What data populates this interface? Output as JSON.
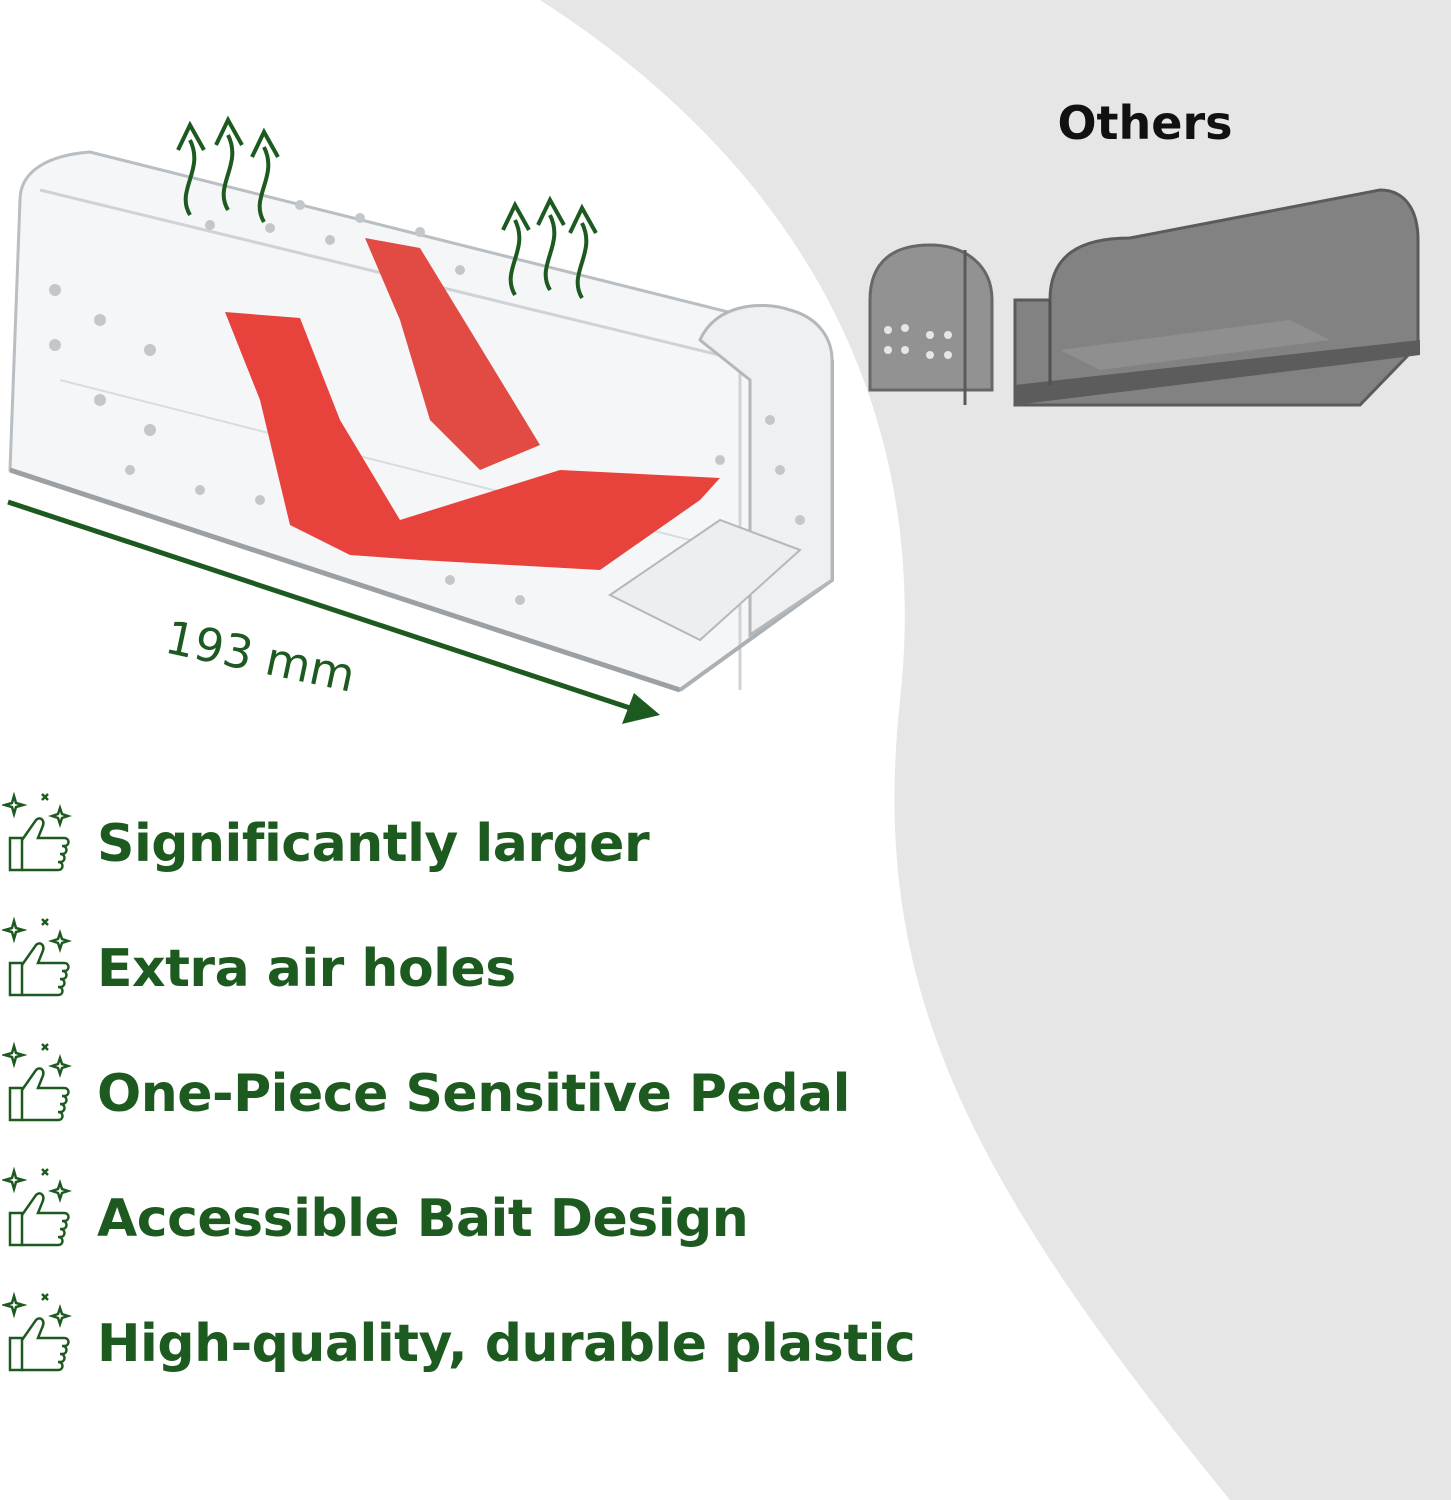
{
  "comparison": {
    "others_title": "Others",
    "dimension_label": "193 mm"
  },
  "features": [
    {
      "label": "Significantly larger",
      "icon": "thumbs-up-sparkle-icon"
    },
    {
      "label": "Extra air holes",
      "icon": "thumbs-up-sparkle-icon"
    },
    {
      "label": "One-Piece Sensitive Pedal",
      "icon": "thumbs-up-sparkle-icon"
    },
    {
      "label": "Accessible Bait Design",
      "icon": "thumbs-up-sparkle-icon"
    },
    {
      "label": "High-quality, durable plastic",
      "icon": "thumbs-up-sparkle-icon"
    }
  ],
  "colors": {
    "accent_green": "#1d5a1f",
    "pedal_red": "#e8423c",
    "background_grey": "#e6e6e6",
    "others_trap": "#6f6f6f"
  }
}
